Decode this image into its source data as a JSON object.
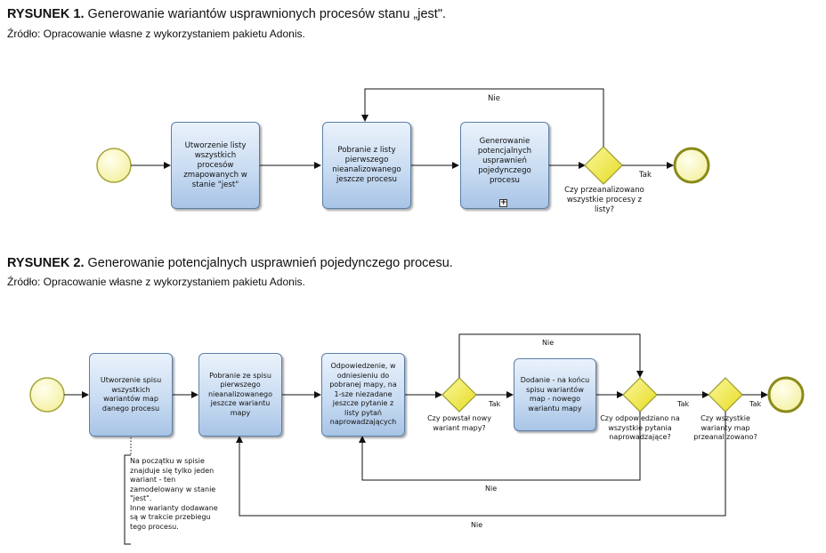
{
  "figure1": {
    "caption_label": "RYSUNEK 1.",
    "caption_text": "Generowanie wariantów usprawnionych procesów stanu „jest\".",
    "source": "Źródło: Opracowanie własne z wykorzystaniem pakietu Adonis.",
    "tasks": [
      "Utworzenie listy wszystkich procesów zmapowanych w stanie \"jest\"",
      "Pobranie z listy pierwszego nieanalizowanego jeszcze procesu",
      "Generowanie potencjalnych usprawnień pojedynczego procesu"
    ],
    "subprocess_marker": "+",
    "gateway_question": "Czy przeanalizowano wszystkie procesy z listy?",
    "label_no": "Nie",
    "label_yes": "Tak"
  },
  "figure2": {
    "caption_label": "RYSUNEK 2.",
    "caption_text": "Generowanie potencjalnych usprawnień pojedynczego procesu.",
    "source": "Źródło: Opracowanie własne z wykorzystaniem pakietu Adonis.",
    "tasks": [
      "Utworzenie spisu wszystkich wariantów map danego procesu",
      "Pobranie ze spisu pierwszego nieanalizowanego jeszcze wariantu mapy",
      "Odpowiedzenie, w odniesieniu do pobranej mapy, na 1-sze niezadane jeszcze pytanie z listy pytań naprowadzających",
      "Dodanie - na końcu spisu wariantów map - nowego wariantu mapy"
    ],
    "gateway1": "Czy powstał nowy wariant mapy?",
    "gateway2": "Czy odpowiedziano na wszystkie pytania naprowadzające?",
    "gateway3": "Czy wszystkie warianty map przeanalizowano?",
    "annotation": "Na początku w spisie znajduje się tylko jeden wariant - ten zamodelowany w stanie \"jest\".\nInne warianty dodawane są w trakcie przebiegu tego procesu.",
    "label_no": "Nie",
    "label_yes": "Tak"
  },
  "colors": {
    "start_event": "#fdfcc8",
    "event_stroke": "#9a9a2a",
    "gateway_fill": "#f3ee3a",
    "task_fill": "#c9dcf2",
    "task_stroke": "#5b7fa8"
  }
}
